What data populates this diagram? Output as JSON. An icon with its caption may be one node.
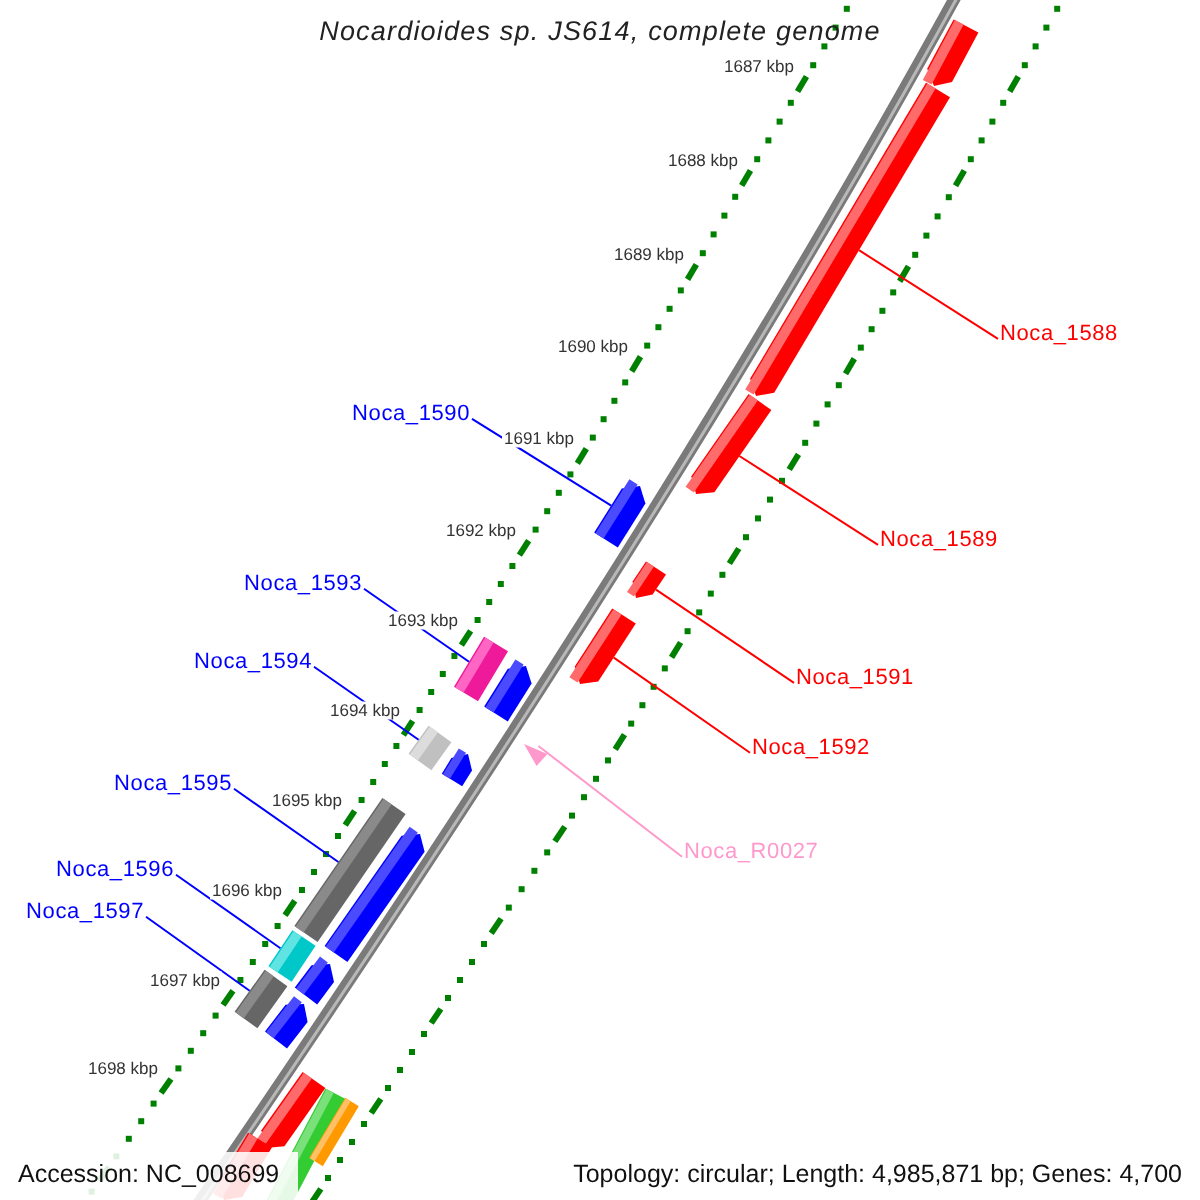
{
  "diagram": {
    "title": "Nocardioides sp. JS614, complete genome",
    "nodes": [
      {
        "text": [
          "Noca_1588"
        ]
      },
      {
        "text": [
          "Noca_1590"
        ]
      },
      {
        "text": [
          "Noca_1589"
        ]
      },
      {
        "text": [
          "Noca_1593"
        ]
      },
      {
        "text": [
          "Noca_1594"
        ]
      },
      {
        "text": [
          "Noca_1591"
        ]
      },
      {
        "text": [
          "Noca_1592"
        ]
      },
      {
        "text": [
          "Noca_1595"
        ]
      },
      {
        "text": [
          "Noca_R0027"
        ]
      },
      {
        "text": [
          "Noca_1596"
        ]
      },
      {
        "text": [
          "Noca_1597"
        ]
      },
      {
        "text": [],
        "shape": "arrow"
      },
      {
        "text": [],
        "shape": "arrow"
      },
      {
        "text": [],
        "shape": "arrow"
      },
      {
        "text": [],
        "shape": "arrow"
      },
      {
        "text": [],
        "shape": "arrow"
      },
      {
        "text": [],
        "shape": "arrow"
      },
      {
        "text": [],
        "shape": "box"
      },
      {
        "text": [],
        "shape": "arrow"
      },
      {
        "text": [],
        "shape": "box"
      },
      {
        "text": [],
        "shape": "triangle"
      },
      {
        "text": [],
        "shape": "arrow"
      },
      {
        "text": [],
        "shape": "box"
      },
      {
        "text": [],
        "shape": "arrow"
      },
      {
        "text": [],
        "shape": "box"
      },
      {
        "text": [],
        "shape": "arrow"
      },
      {
        "text": [],
        "shape": "box"
      },
      {
        "text": [],
        "shape": "arrow"
      },
      {
        "text": [],
        "shape": "arrow"
      },
      {
        "text": [],
        "shape": "box"
      },
      {
        "text": [],
        "shape": "box"
      },
      {
        "text": [],
        "shape": "arrow"
      }
    ],
    "edges": [
      {
        "from": 0,
        "to": 12,
        "arrow": "none",
        "color": "#ff0000"
      },
      {
        "from": 1,
        "to": 14,
        "arrow": "none"
      },
      {
        "from": 2,
        "to": 13,
        "arrow": "none",
        "color": "#ff0000"
      },
      {
        "from": 3,
        "to": 17,
        "arrow": "none"
      },
      {
        "from": 4,
        "to": 19,
        "arrow": "none"
      },
      {
        "from": 5,
        "to": 15,
        "arrow": "none",
        "color": "#ff0000"
      },
      {
        "from": 6,
        "to": 16,
        "arrow": "none",
        "color": "#ff0000"
      },
      {
        "from": 7,
        "to": 22,
        "arrow": "none"
      },
      {
        "from": 8,
        "to": 20,
        "arrow": "none",
        "color": "#ff99cc"
      },
      {
        "from": 9,
        "to": 24,
        "arrow": "none"
      },
      {
        "from": 10,
        "to": 26,
        "arrow": "none"
      }
    ],
    "labels": [
      "1687 kbp",
      "1688 kbp",
      "1689 kbp",
      "1690 kbp",
      "1691 kbp",
      "1692 kbp",
      "1693 kbp",
      "1694 kbp",
      "1695 kbp",
      "1696 kbp",
      "1697 kbp",
      "1698 kbp",
      "Accession: NC_008699",
      "Topology: circular; Length: 4,985,871 bp; Genes: 4,700"
    ]
  }
}
